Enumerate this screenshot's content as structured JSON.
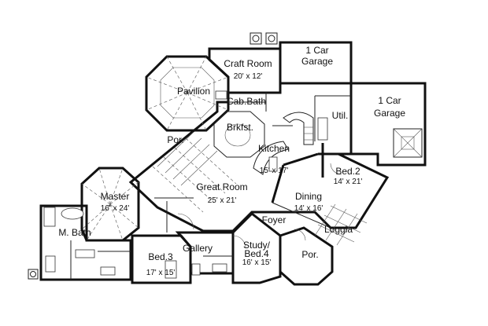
{
  "rooms": {
    "craft_room": {
      "name": "Craft Room",
      "dims": "20' x 12'"
    },
    "garage_left": {
      "line1": "1 Car",
      "line2": "Garage"
    },
    "garage_right": {
      "line1": "1 Car",
      "line2": "Garage"
    },
    "pavilion": {
      "name": "Pavilion"
    },
    "cab_bath": {
      "name": "Cab.Bath"
    },
    "breakfast": {
      "name": "Brkfst."
    },
    "utility": {
      "name": "Util."
    },
    "kitchen": {
      "name": "Kitchen",
      "dims": "15' x 17'"
    },
    "bed2": {
      "name": "Bed.2",
      "dims": "14' x 21'"
    },
    "porch_left": {
      "name": "Por."
    },
    "great_room": {
      "name": "Great Room",
      "dims": "25' x 21'"
    },
    "dining": {
      "name": "Dining",
      "dims": "14' x 16'"
    },
    "master": {
      "name": "Master",
      "dims": "16' x 24'"
    },
    "foyer": {
      "name": "Foyer"
    },
    "loggia": {
      "name": "Loggia"
    },
    "master_bath": {
      "name": "M. Bath"
    },
    "bed3": {
      "name": "Bed.3",
      "dims": "17' x 15'"
    },
    "gallery": {
      "name": "Gallery"
    },
    "study": {
      "line1": "Study/",
      "line2": "Bed.4",
      "dims": "16' x 15'"
    },
    "porch_front": {
      "name": "Por."
    }
  }
}
